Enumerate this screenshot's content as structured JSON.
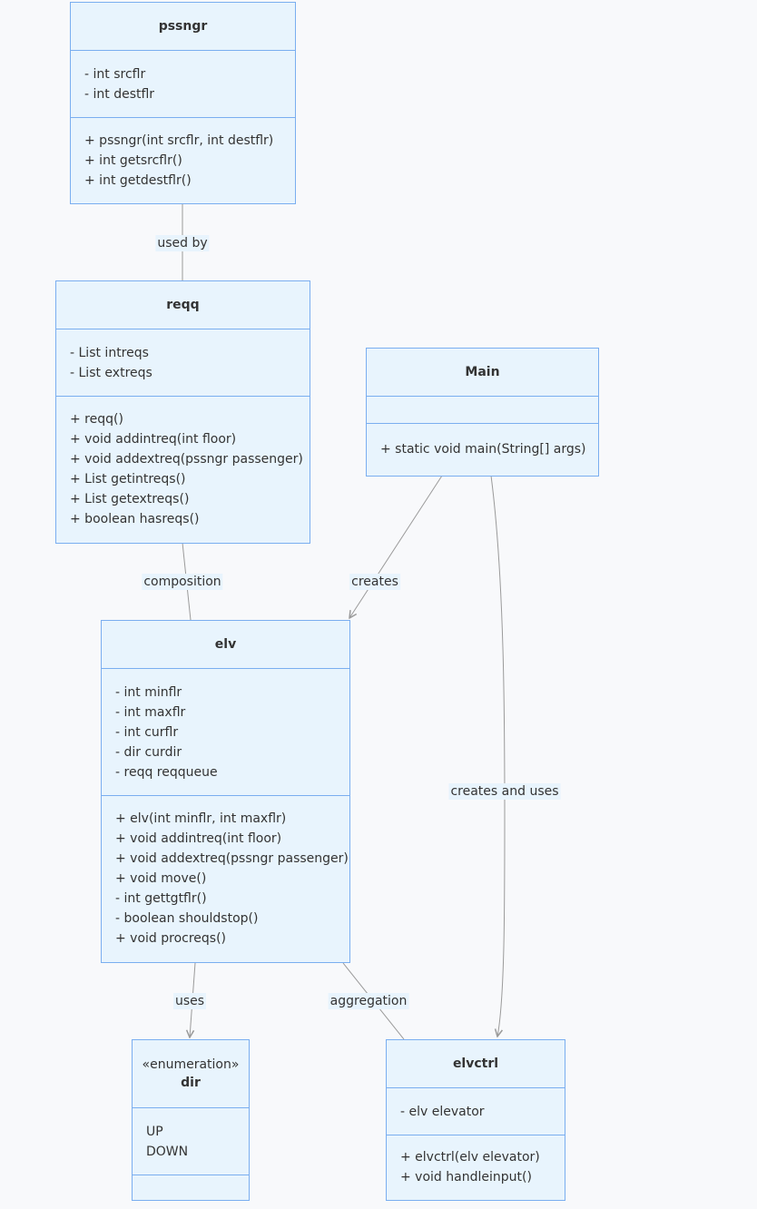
{
  "classes": {
    "pssngr": {
      "name": "pssngr",
      "attributes": [
        "- int srcflr",
        "- int destflr"
      ],
      "methods": [
        "+ pssngr(int srcflr, int destflr)",
        "+ int getsrcflr()",
        "+ int getdestflr()"
      ]
    },
    "reqq": {
      "name": "reqq",
      "attributes": [
        "- List intreqs",
        "- List extreqs"
      ],
      "methods": [
        "+ reqq()",
        "+ void addintreq(int floor)",
        "+ void addextreq(pssngr passenger)",
        "+ List getintreqs()",
        "+ List getextreqs()",
        "+ boolean hasreqs()"
      ]
    },
    "main": {
      "name": "Main",
      "attributes": [],
      "methods": [
        "+ static void main(String[] args)"
      ]
    },
    "elv": {
      "name": "elv",
      "attributes": [
        "- int minflr",
        "- int maxflr",
        "- int curflr",
        "- dir curdir",
        "- reqq reqqueue"
      ],
      "methods": [
        "+ elv(int minflr, int maxflr)",
        "+ void addintreq(int floor)",
        "+ void addextreq(pssngr passenger)",
        "+ void move()",
        "- int gettgtflr()",
        "- boolean shouldstop()",
        "+ void procreqs()"
      ]
    },
    "dir": {
      "stereotype": "«enumeration»",
      "name": "dir",
      "attributes": [
        "UP",
        "DOWN"
      ],
      "methods": []
    },
    "elvctrl": {
      "name": "elvctrl",
      "attributes": [
        "- elv elevator"
      ],
      "methods": [
        "+ elvctrl(elv elevator)",
        "+ void handleinput()"
      ]
    }
  },
  "relations": {
    "used_by": "used by",
    "composition": "composition",
    "creates": "creates",
    "creates_and_uses": "creates and uses",
    "uses": "uses",
    "aggregation": "aggregation"
  },
  "colors": {
    "box_fill": "#e8f4fd",
    "box_border": "#7aaef0",
    "edge": "#9a9a9a"
  }
}
